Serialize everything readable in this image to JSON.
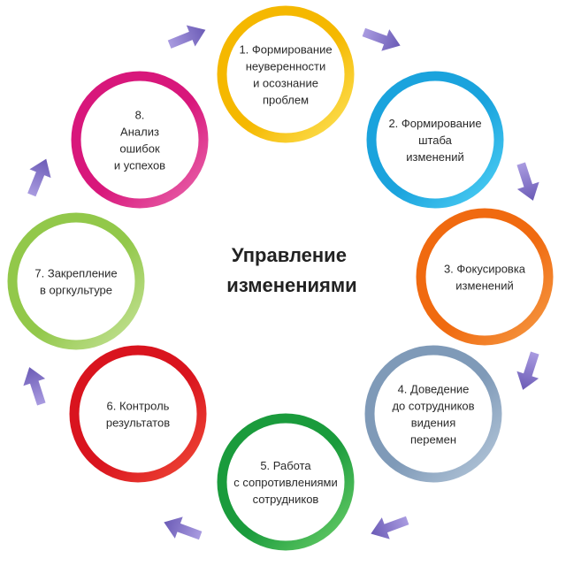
{
  "title_lines": [
    "Управление",
    "изменениями"
  ],
  "stages": [
    {
      "lines": [
        "1. Формирование",
        "неуверенности",
        "и осознание",
        "проблем"
      ],
      "color_main": "#f5b800",
      "color_light": "#fde35a"
    },
    {
      "lines": [
        "2. Формирование",
        "штаба",
        "изменений"
      ],
      "color_main": "#1aa3dd",
      "color_light": "#4fd0f5"
    },
    {
      "lines": [
        "3. Фокусировка",
        "изменений"
      ],
      "color_main": "#f06a10",
      "color_light": "#f59a45"
    },
    {
      "lines": [
        "4. Доведение",
        "до сотрудников",
        "видения",
        "перемен"
      ],
      "color_main": "#7f9ab8",
      "color_light": "#b7c9db"
    },
    {
      "lines": [
        "5. Работа",
        "с сопротивлениями",
        "сотрудников"
      ],
      "color_main": "#1a9b3c",
      "color_light": "#6ccf6a"
    },
    {
      "lines": [
        "6. Контроль",
        "результатов"
      ],
      "color_main": "#d9141e",
      "color_light": "#f04a38"
    },
    {
      "lines": [
        "7. Закрепление",
        "в оргкультуре"
      ],
      "color_main": "#92c84a",
      "color_light": "#c7e39a"
    },
    {
      "lines": [
        "8.",
        "Анализ",
        "ошибок",
        "и успехов"
      ],
      "color_main": "#d8177b",
      "color_light": "#e968ad"
    }
  ],
  "arrow_color": "#6b5bb6",
  "arrow_color_light": "#a99be0"
}
